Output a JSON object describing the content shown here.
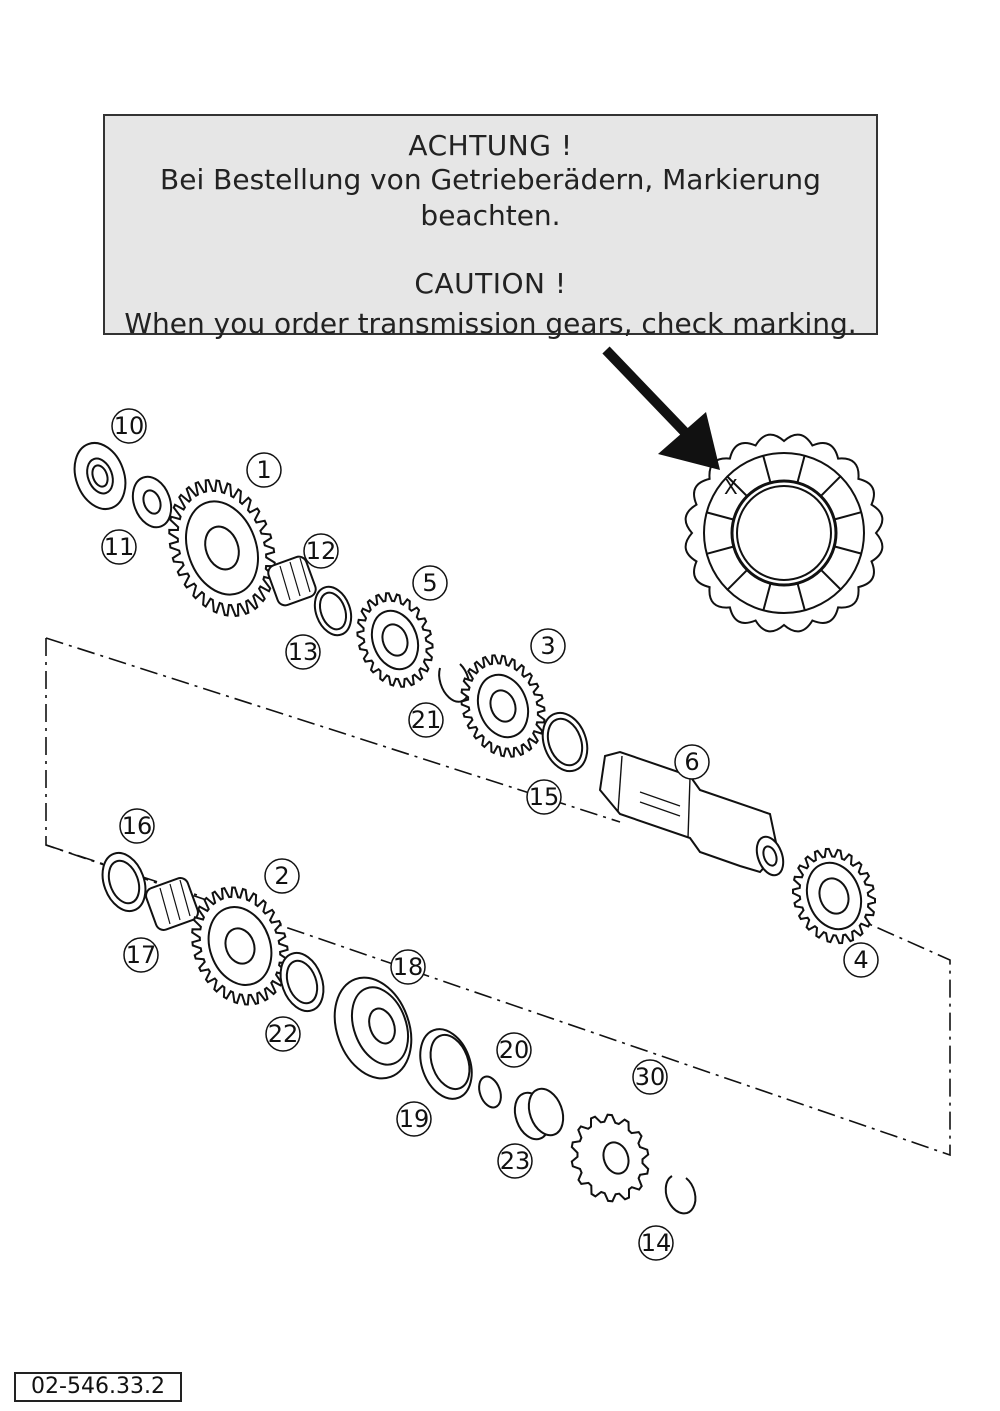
{
  "warning": {
    "de_title": "ACHTUNG !",
    "de_text": "Bei Bestellung von Getrieberädern, Markierung beachten.",
    "en_title": "CAUTION !",
    "en_text": "When you order transmission gears, check marking."
  },
  "detail_mark": "X",
  "reference_code": "02-546.33.2",
  "callouts": [
    "1",
    "2",
    "3",
    "4",
    "5",
    "6",
    "10",
    "11",
    "12",
    "13",
    "14",
    "15",
    "16",
    "17",
    "18",
    "19",
    "20",
    "21",
    "22",
    "23",
    "30"
  ]
}
